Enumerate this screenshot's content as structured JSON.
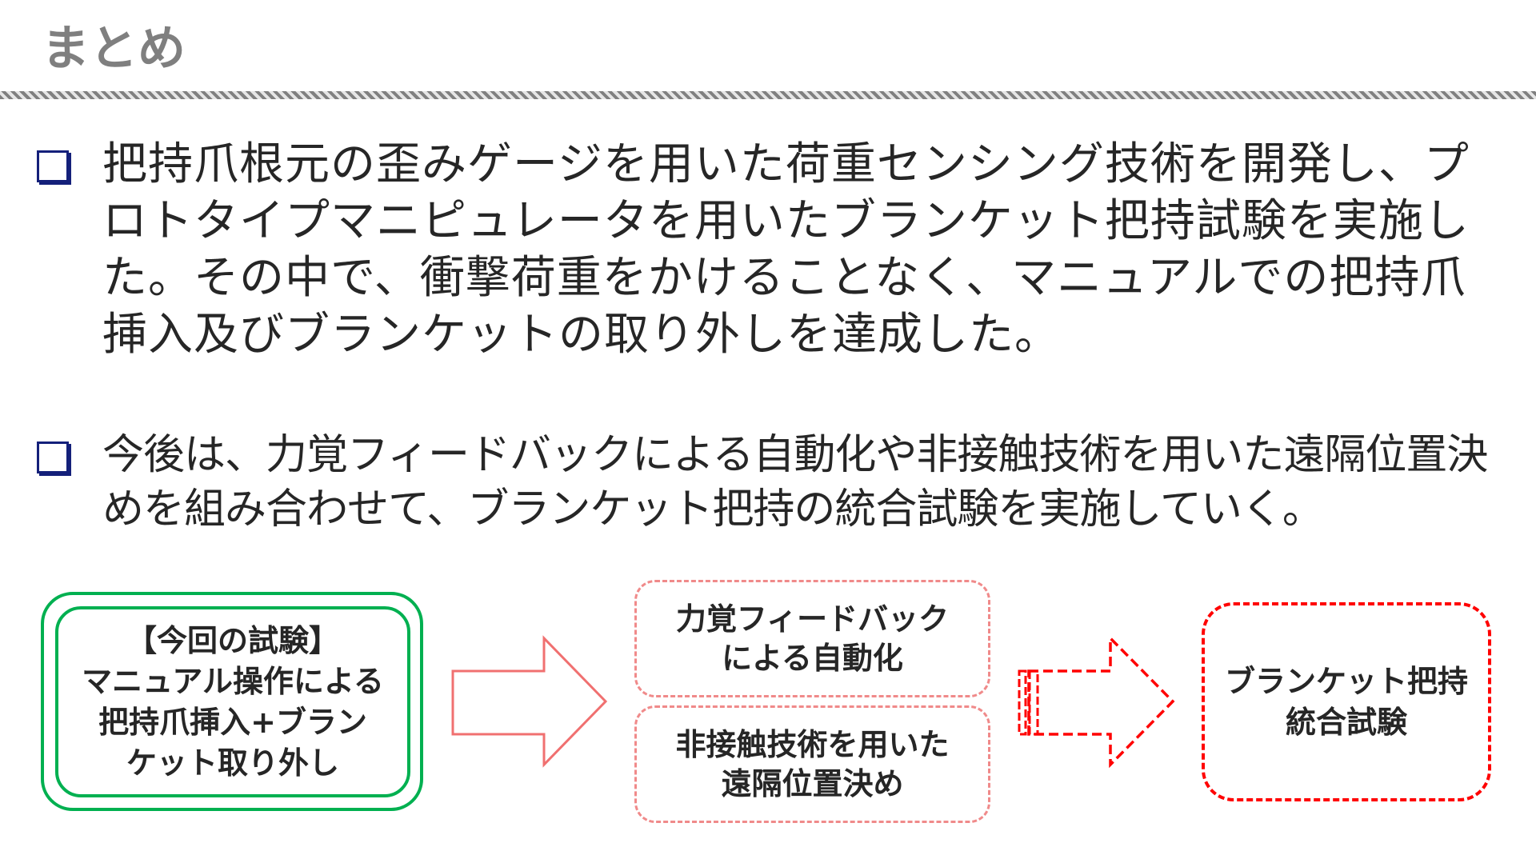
{
  "title": "まとめ",
  "bullets": [
    {
      "icon": "square-bullet-icon",
      "lines": [
        "把持爪根元の歪みゲージを用いた荷重センシング技術を開発し、プ",
        "ロトタイプマニピュレータを用いたブランケット把持試験を実施し",
        "た。その中で、衝撃荷重をかけることなく、マニュアルでの把持爪",
        "挿入及びブランケットの取り外しを達成した。"
      ]
    },
    {
      "icon": "square-bullet-icon",
      "lines": [
        "今後は、力覚フィードバックによる自動化や非接触技術を用いた遠隔位置決",
        "めを組み合わせて、ブランケット把持の統合試験を実施していく。"
      ]
    }
  ],
  "flow": {
    "current": [
      "【今回の試験】",
      "マニュアル操作による",
      "把持爪挿入+ブラン",
      "ケット取り外し"
    ],
    "next_top": [
      "力覚フィードバック",
      "による自動化"
    ],
    "next_bottom": [
      "非接触技術を用いた",
      "遠隔位置決め"
    ],
    "final": [
      "ブランケット把持",
      "統合試験"
    ]
  },
  "colors": {
    "green": "#00b050",
    "pink": "#f08a8a",
    "red": "#ff0000",
    "bullet": "#14207a"
  }
}
